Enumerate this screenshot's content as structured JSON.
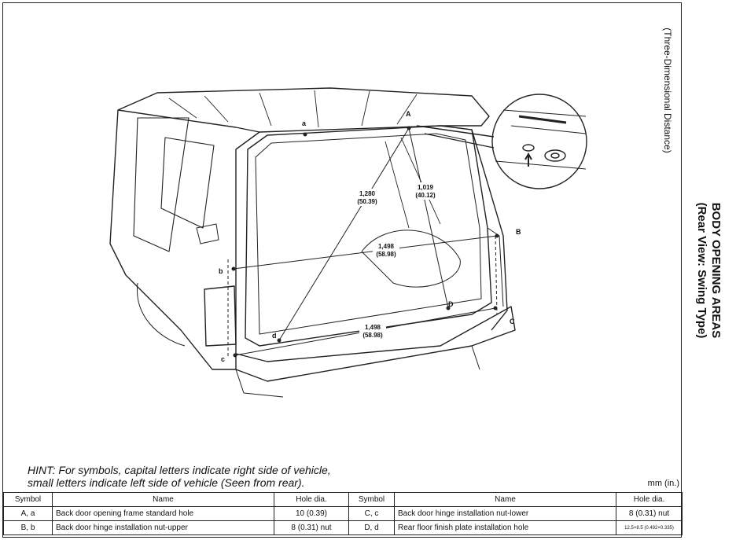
{
  "side_title": {
    "line1": "BODY OPENING AREAS",
    "line2": "(Rear View: Swing Type)"
  },
  "vertical_note": "(Three-Dimensional  Distance)",
  "hint": {
    "line1": "HINT: For symbols, capital letters indicate right side of vehicle,",
    "line2": "small letters indicate left side of vehicle (Seen from rear)."
  },
  "units": "mm (in.)",
  "drawing": {
    "letters": {
      "A": "A",
      "a": "a",
      "B": "B",
      "b": "b",
      "C": "C",
      "c": "c",
      "D": "D",
      "d": "d"
    },
    "dims": [
      {
        "mm": "1,280",
        "in": "(50.39)"
      },
      {
        "mm": "1,019",
        "in": "(40.12)"
      },
      {
        "mm": "1,498",
        "in": "(58.98)"
      },
      {
        "mm": "1,498",
        "in": "(58.98)"
      }
    ]
  },
  "table": {
    "headers": [
      "Symbol",
      "Name",
      "Hole dia.",
      "Symbol",
      "Name",
      "Hole dia."
    ],
    "rows": [
      {
        "sym1": "A, a",
        "name1": "Back door opening frame standard hole",
        "dia1": "10 (0.39)",
        "sym2": "C, c",
        "name2": "Back door hinge installation nut-lower",
        "dia2": "8 (0.31) nut"
      },
      {
        "sym1": "B, b",
        "name1": "Back door hinge installation nut-upper",
        "dia1": "8 (0.31) nut",
        "sym2": "D, d",
        "name2": "Rear floor finish plate installation hole",
        "dia2": "12.5×8.5 (0.492×0.335)"
      }
    ]
  }
}
